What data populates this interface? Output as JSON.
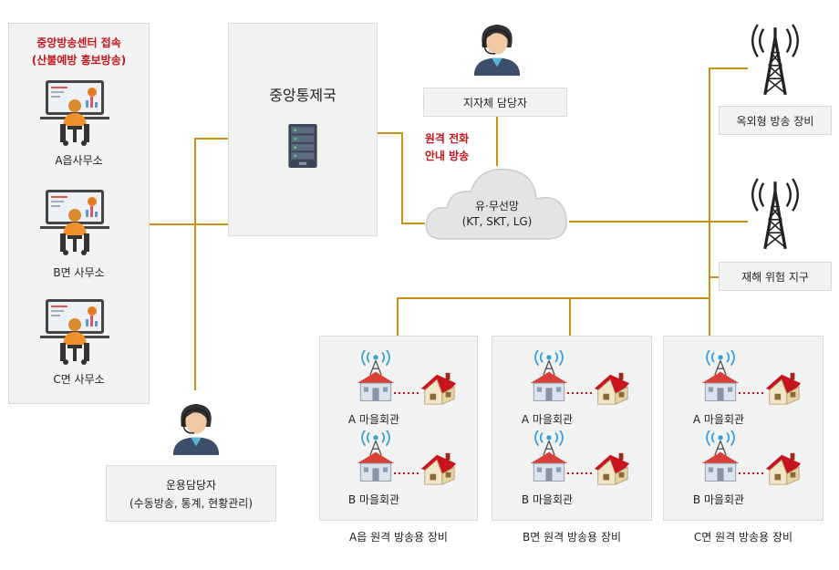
{
  "colors": {
    "line": "#c89214",
    "accent_red": "#c8141c",
    "box_bg": "#f2f2f2",
    "box_border": "#d9d9d9"
  },
  "left_panel": {
    "title_line1": "중앙방송센터 접속",
    "title_line2": "(산불예방 홍보방송)",
    "offices": [
      "A읍사무소",
      "B면 사무소",
      "C면 사무소"
    ],
    "office_icon": "office-worker-icon"
  },
  "control_center": {
    "title": "중앙통제국",
    "icon": "server-icon"
  },
  "local_gov_staff": {
    "label": "지자체 담당자",
    "icon": "female-operator-icon"
  },
  "remote_call": {
    "line1": "원격 전화",
    "line2": "안내 방송"
  },
  "network": {
    "line1": "유·무선망",
    "line2": "(KT, SKT, LG)",
    "icon": "cloud-icon"
  },
  "outdoor_equipment": {
    "label": "옥외형 방송 장비",
    "icon": "broadcast-tower-icon"
  },
  "disaster_area": {
    "label": "재해 위험 지구",
    "icon": "broadcast-tower-icon"
  },
  "operator": {
    "line1": "운용담당자",
    "line2": "(수동방송, 통계, 현황관리)",
    "icon": "female-operator-icon"
  },
  "remote_groups": [
    {
      "halls": [
        "A 마을회관",
        "B 마을회관"
      ],
      "caption": "A읍 원격 방송용 장비"
    },
    {
      "halls": [
        "A 마을회관",
        "B 마을회관"
      ],
      "caption": "B면 원격 방송용 장비"
    },
    {
      "halls": [
        "A 마을회관",
        "B 마을회관"
      ],
      "caption": "C면 원격 방송용 장비"
    }
  ]
}
